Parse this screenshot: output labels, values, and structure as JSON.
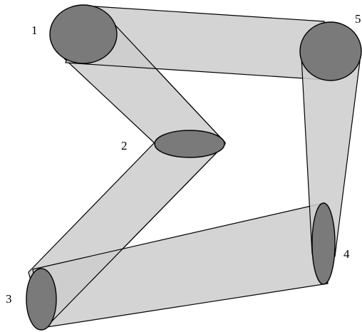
{
  "diagram": {
    "nodes": [
      {
        "id": "1",
        "label": "1"
      },
      {
        "id": "2",
        "label": "2"
      },
      {
        "id": "3",
        "label": "3"
      },
      {
        "id": "4",
        "label": "4"
      },
      {
        "id": "5",
        "label": "5"
      }
    ],
    "edges": [
      {
        "from": "1",
        "to": "2"
      },
      {
        "from": "2",
        "to": "3"
      },
      {
        "from": "3",
        "to": "4"
      },
      {
        "from": "4",
        "to": "5"
      },
      {
        "from": "5",
        "to": "1"
      }
    ],
    "colors": {
      "tube_fill": "#cccccc",
      "disc_fill": "#7a7a7a",
      "outline": "#000000"
    }
  }
}
